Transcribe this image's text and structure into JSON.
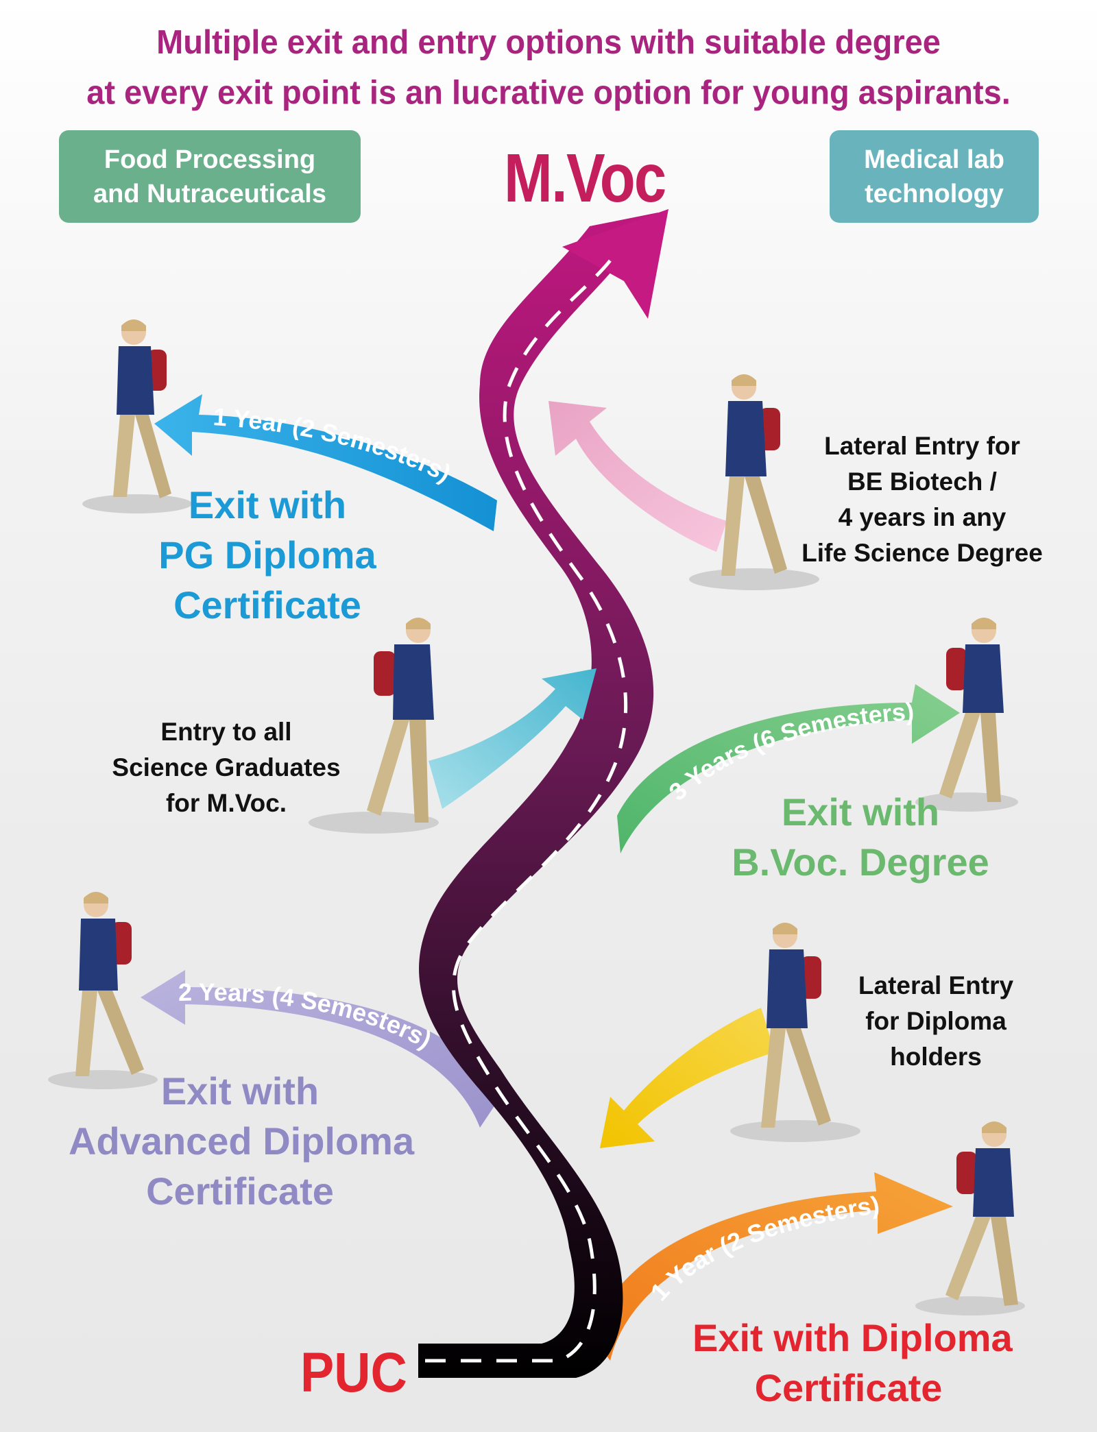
{
  "headline": {
    "line1": "Multiple exit and entry options with suitable degree",
    "line2": "at every exit point is an lucrative option for young aspirants."
  },
  "tracks": {
    "left": {
      "line1": "Food Processing",
      "line2": "and Nutraceuticals",
      "color": "#6bb08c"
    },
    "right": {
      "line1": "Medical lab",
      "line2": "technology",
      "color": "#69b3bd"
    }
  },
  "top_label": "M.Voc",
  "bottom_label": "PUC",
  "exits": {
    "pg": {
      "duration": "1 Year (2 Semesters)",
      "line1": "Exit with",
      "line2": "PG Diploma",
      "line3": "Certificate",
      "color": "#1b9ad6"
    },
    "bvoc": {
      "duration": "3 Years (6 Semesters)",
      "line1": "Exit with",
      "line2": "B.Voc. Degree",
      "color": "#6bb86f"
    },
    "adv": {
      "duration": "2 Years (4 Semesters)",
      "line1": "Exit with",
      "line2": "Advanced Diploma",
      "line3": "Certificate",
      "color": "#8f89c4"
    },
    "dip": {
      "duration": "1 Year (2 Semesters)",
      "line1": "Exit with Diploma",
      "line2": "Certificate",
      "color": "#e2252e"
    }
  },
  "entries": {
    "be": {
      "line1": "Lateral Entry for",
      "line2": "BE Biotech /",
      "line3": "4 years in any",
      "line4": "Life Science Degree",
      "color": "#f0a9c6"
    },
    "sci": {
      "line1": "Entry to all",
      "line2": "Science Graduates",
      "line3": "for M.Voc.",
      "color": "#5fc3d6"
    },
    "dip": {
      "line1": "Lateral Entry",
      "line2": "for Diploma",
      "line3": "holders",
      "color": "#f2c300"
    }
  },
  "colors": {
    "headline": "#a8247e",
    "road_top": "#c0187f",
    "road_bottom": "#000000",
    "mvoc": "#c41e5c",
    "puc": "#e2252e"
  }
}
